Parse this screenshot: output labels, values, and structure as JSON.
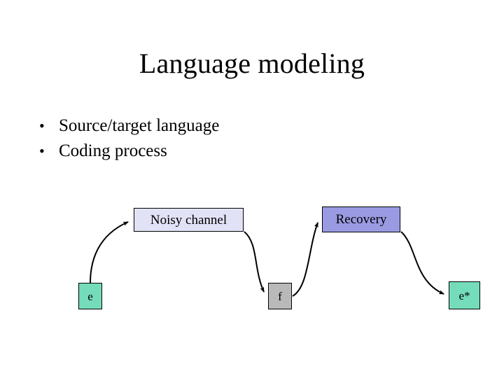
{
  "slide": {
    "title": "Language modeling",
    "background_color": "#ffffff",
    "text_color": "#000000"
  },
  "bullets": [
    {
      "mark": "•",
      "text": "Source/target language"
    },
    {
      "mark": "•",
      "text": "Coding process"
    }
  ],
  "diagram": {
    "nodes": [
      {
        "id": "noisy-channel",
        "label": "Noisy channel",
        "fill": "#e2e2f7",
        "border": "#000000"
      },
      {
        "id": "recovery",
        "label": "Recovery",
        "fill": "#9a9ae2",
        "border": "#000000"
      },
      {
        "id": "e",
        "label": "e",
        "fill": "#74dcba",
        "border": "#000000"
      },
      {
        "id": "f",
        "label": "f",
        "fill": "#b9b9b9",
        "border": "#000000"
      },
      {
        "id": "e-star",
        "label": "e*",
        "fill": "#74dcba",
        "border": "#000000"
      }
    ],
    "edges": [
      {
        "from": "e",
        "to": "noisy-channel",
        "style": "curved-arrow",
        "color": "#000000"
      },
      {
        "from": "noisy-channel",
        "to": "f",
        "style": "curved-arrow",
        "color": "#000000"
      },
      {
        "from": "f",
        "to": "recovery",
        "style": "curved-arrow",
        "color": "#000000"
      },
      {
        "from": "recovery",
        "to": "e-star",
        "style": "curved-arrow",
        "color": "#000000"
      }
    ]
  }
}
